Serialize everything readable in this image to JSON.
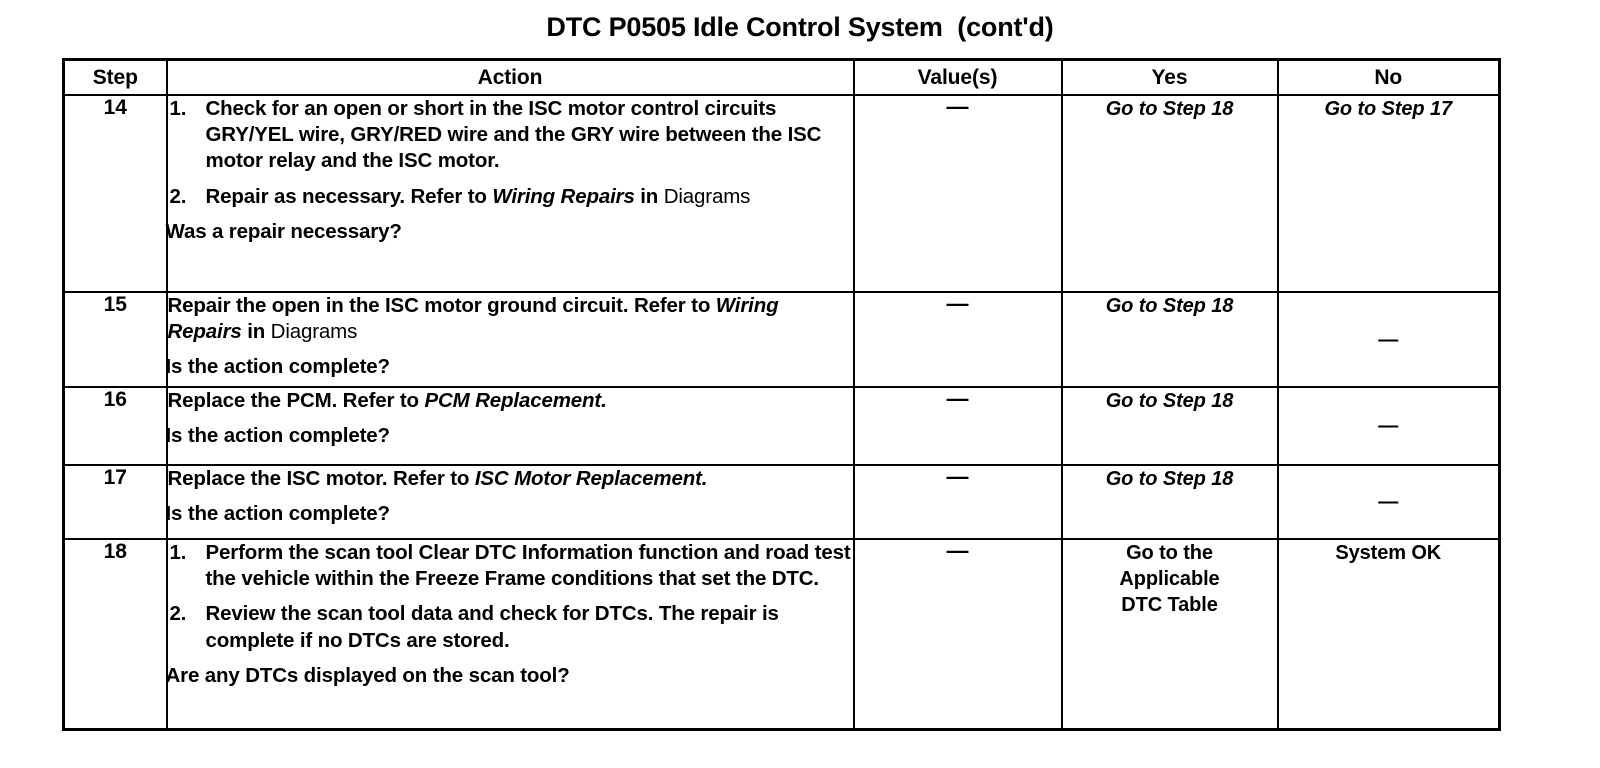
{
  "document": {
    "title": "DTC P0505 Idle Control System  (cont'd)"
  },
  "table": {
    "columns": [
      {
        "key": "step",
        "label": "Step"
      },
      {
        "key": "action",
        "label": "Action"
      },
      {
        "key": "value",
        "label": "Value(s)"
      },
      {
        "key": "yes",
        "label": "Yes"
      },
      {
        "key": "no",
        "label": "No"
      }
    ],
    "rows": [
      {
        "step": "14",
        "value": "—",
        "yes": "Go to Step 18",
        "yes_style": "italic",
        "no": "Go to Step 17",
        "no_style": "italic",
        "action": {
          "type": "numbered",
          "items": [
            {
              "number": "1.",
              "segments": [
                {
                  "text": "Check for an open or short in the ISC motor control circuits GRY/YEL wire, GRY/RED wire and the GRY wire between the ISC motor relay and the ISC motor.",
                  "style": "bold"
                }
              ]
            },
            {
              "number": "2.",
              "segments": [
                {
                  "text": "Repair as necessary. Refer to ",
                  "style": "bold"
                },
                {
                  "text": "Wiring Repairs",
                  "style": "italic"
                },
                {
                  "text": " in ",
                  "style": "bold"
                },
                {
                  "text": "Diagrams",
                  "style": "light"
                }
              ]
            }
          ],
          "question": "Was a repair necessary?"
        }
      },
      {
        "step": "15",
        "value": "—",
        "yes": "Go to Step 18",
        "yes_style": "italic",
        "no": "—",
        "no_style": "dash",
        "action": {
          "type": "plain",
          "segments": [
            {
              "text": "Repair the open in the ISC motor ground circuit. Refer to ",
              "style": "bold"
            },
            {
              "text": "Wiring Repairs",
              "style": "italic"
            },
            {
              "text": " in ",
              "style": "bold"
            },
            {
              "text": "Diagrams",
              "style": "light"
            }
          ],
          "question": "Is the action complete?"
        }
      },
      {
        "step": "16",
        "value": "—",
        "yes": "Go to Step 18",
        "yes_style": "italic",
        "no": "—",
        "no_style": "dash",
        "action": {
          "type": "plain",
          "segments": [
            {
              "text": "Replace the PCM. Refer to ",
              "style": "bold"
            },
            {
              "text": "PCM Replacement.",
              "style": "italic"
            }
          ],
          "question": "Is the action complete?"
        }
      },
      {
        "step": "17",
        "value": "—",
        "yes": "Go to Step 18",
        "yes_style": "italic",
        "no": "—",
        "no_style": "dash",
        "action": {
          "type": "plain",
          "segments": [
            {
              "text": "Replace the ISC motor. Refer to ",
              "style": "bold"
            },
            {
              "text": "ISC Motor Replacement.",
              "style": "italic"
            }
          ],
          "question": "Is the action complete?"
        }
      },
      {
        "step": "18",
        "value": "—",
        "yes": "Go to the\nApplicable\nDTC Table",
        "yes_style": "plain",
        "no": "System OK",
        "no_style": "plain",
        "action": {
          "type": "numbered",
          "items": [
            {
              "number": "1.",
              "segments": [
                {
                  "text": "Perform the scan tool Clear DTC Information function and road test the vehicle within the Freeze Frame conditions that set the DTC.",
                  "style": "bold"
                }
              ]
            },
            {
              "number": "2.",
              "segments": [
                {
                  "text": "Review the scan tool data and check for DTCs. The repair is complete if no DTCs are stored.",
                  "style": "bold"
                }
              ]
            }
          ],
          "question": "Are any DTCs displayed on the scan tool?"
        }
      }
    ]
  }
}
